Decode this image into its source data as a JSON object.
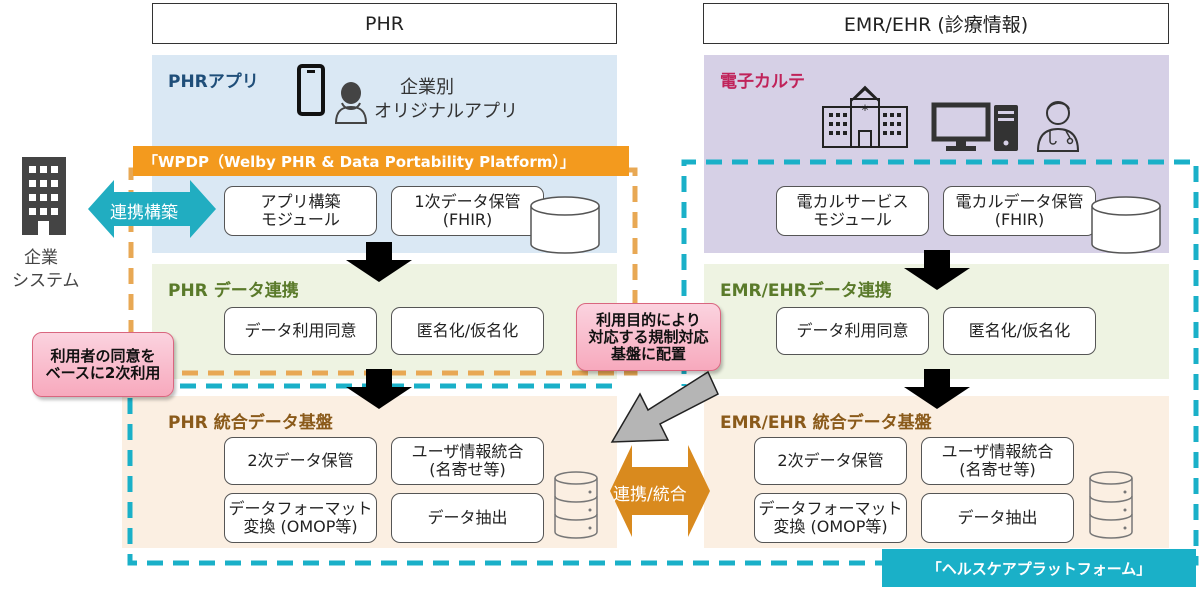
{
  "columns": {
    "phr": "PHR",
    "emr": "EMR/EHR (診療情報)"
  },
  "phr_app": {
    "title": "PHRアプリ",
    "caption_line1": "企業別",
    "caption_line2": "オリジナルアプリ",
    "icons": [
      "smartphone-icon",
      "user-icon"
    ]
  },
  "ekarte": {
    "title": "電子カルテ",
    "icons": [
      "hospital-icon",
      "computer-icon",
      "doctor-icon"
    ]
  },
  "wpdp_banner": "「WPDP（Welby PHR & Data Portability Platform）」",
  "healthcare_banner": "「ヘルスケアプラットフォーム」",
  "enterprise": {
    "label_line1": "企業",
    "label_line2": "システム",
    "link_label": "連携構築"
  },
  "phr_modules": {
    "app_build": [
      "アプリ構築",
      "モジュール"
    ],
    "primary_storage": [
      "1次データ保管",
      "(FHIR)"
    ]
  },
  "emr_modules": {
    "service": [
      "電カルサービス",
      "モジュール"
    ],
    "storage": [
      "電カルデータ保管",
      "(FHIR)"
    ]
  },
  "phr_link": {
    "title": "PHR データ連携",
    "consent": "データ利用同意",
    "anonymize": "匿名化/仮名化"
  },
  "emr_link": {
    "title": "EMR/EHRデータ連携",
    "consent": "データ利用同意",
    "anonymize": "匿名化/仮名化"
  },
  "phr_integrated": {
    "title": "PHR 統合データ基盤",
    "secondary": "2次データ保管",
    "user_merge": [
      "ユーザ情報統合",
      "(名寄せ等)"
    ],
    "format": [
      "データフォーマット",
      "変換 (OMOP等)"
    ],
    "extract": "データ抽出"
  },
  "emr_integrated": {
    "title": "EMR/EHR 統合データ基盤",
    "secondary": "2次データ保管",
    "user_merge": [
      "ユーザ情報統合",
      "(名寄せ等)"
    ],
    "format": [
      "データフォーマット",
      "変換 (OMOP等)"
    ],
    "extract": "データ抽出"
  },
  "bridge_label": "連携/統合",
  "callouts": {
    "consent": [
      "利用者の同意を",
      "ベースに2次利用"
    ],
    "regulation": [
      "利用目的により",
      "対応する規制対応",
      "基盤に配置"
    ]
  },
  "colors": {
    "phr_app_bg": "#dae8f4",
    "ekarte_bg": "#d6d0e6",
    "link_bg": "#eef3e2",
    "integrated_bg": "#fbefe2",
    "phr_title": "#1f4e79",
    "ekarte_title": "#c0235a",
    "link_title": "#5a7a2a",
    "integrated_title": "#8a5a1a",
    "wpdp": "#f39a1e",
    "healthcare": "#1ab0c8",
    "bridge": "#d98a1e"
  }
}
